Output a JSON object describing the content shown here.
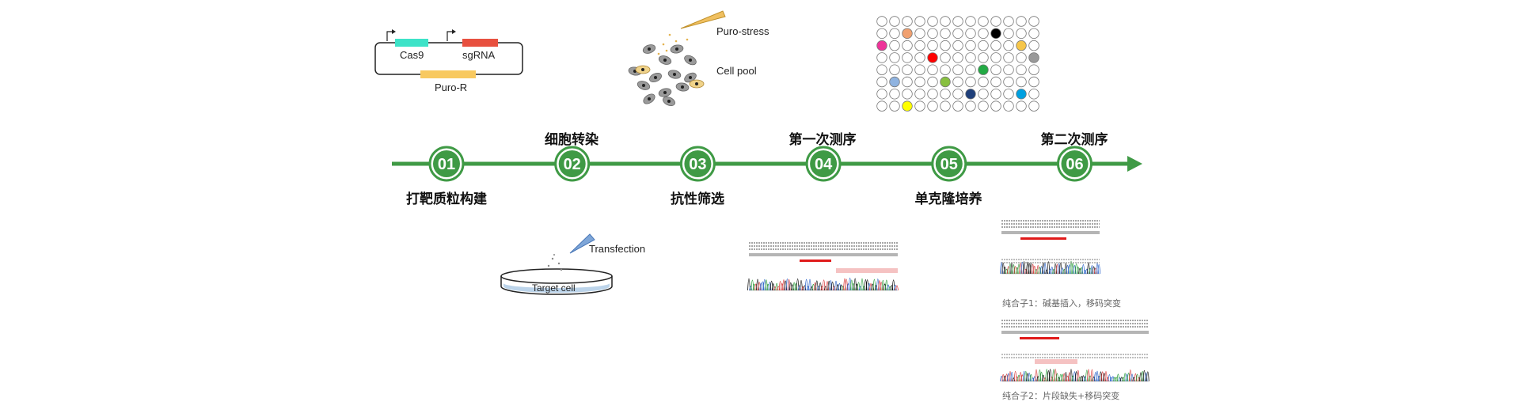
{
  "timeline": {
    "color": "#3f9a45",
    "steps": [
      {
        "number": "01",
        "label": "打靶质粒构建"
      },
      {
        "number": "02",
        "label": "细胞转染"
      },
      {
        "number": "03",
        "label": "抗性筛选"
      },
      {
        "number": "04",
        "label": "第一次测序"
      },
      {
        "number": "05",
        "label": "单克隆培养"
      },
      {
        "number": "06",
        "label": "第二次测序"
      }
    ]
  },
  "plasmid": {
    "cas9": "Cas9",
    "sgrna": "sgRNA",
    "puro": "Puro-R",
    "colors": {
      "cas9": "#3de3c8",
      "sgrna": "#e8503f",
      "puro": "#f8c960"
    }
  },
  "selection": {
    "stress": "Puro-stress",
    "pool": "Cell pool"
  },
  "transfection": {
    "label": "Transfection",
    "dish": "Target cell"
  },
  "plate": {
    "highlight_colors": [
      "#f0a070",
      "#000000",
      "#ee3399",
      "#ff0000",
      "#f6c64a",
      "#999999",
      "#22aa44",
      "#88c040",
      "#8fb3e0",
      "#1f3f7a",
      "#00a0e0",
      "#ffff00"
    ]
  },
  "results": {
    "clone1": "纯合子1：碱基插入，移码突变",
    "clone2": "纯合子2：片段缺失+移码突变"
  }
}
